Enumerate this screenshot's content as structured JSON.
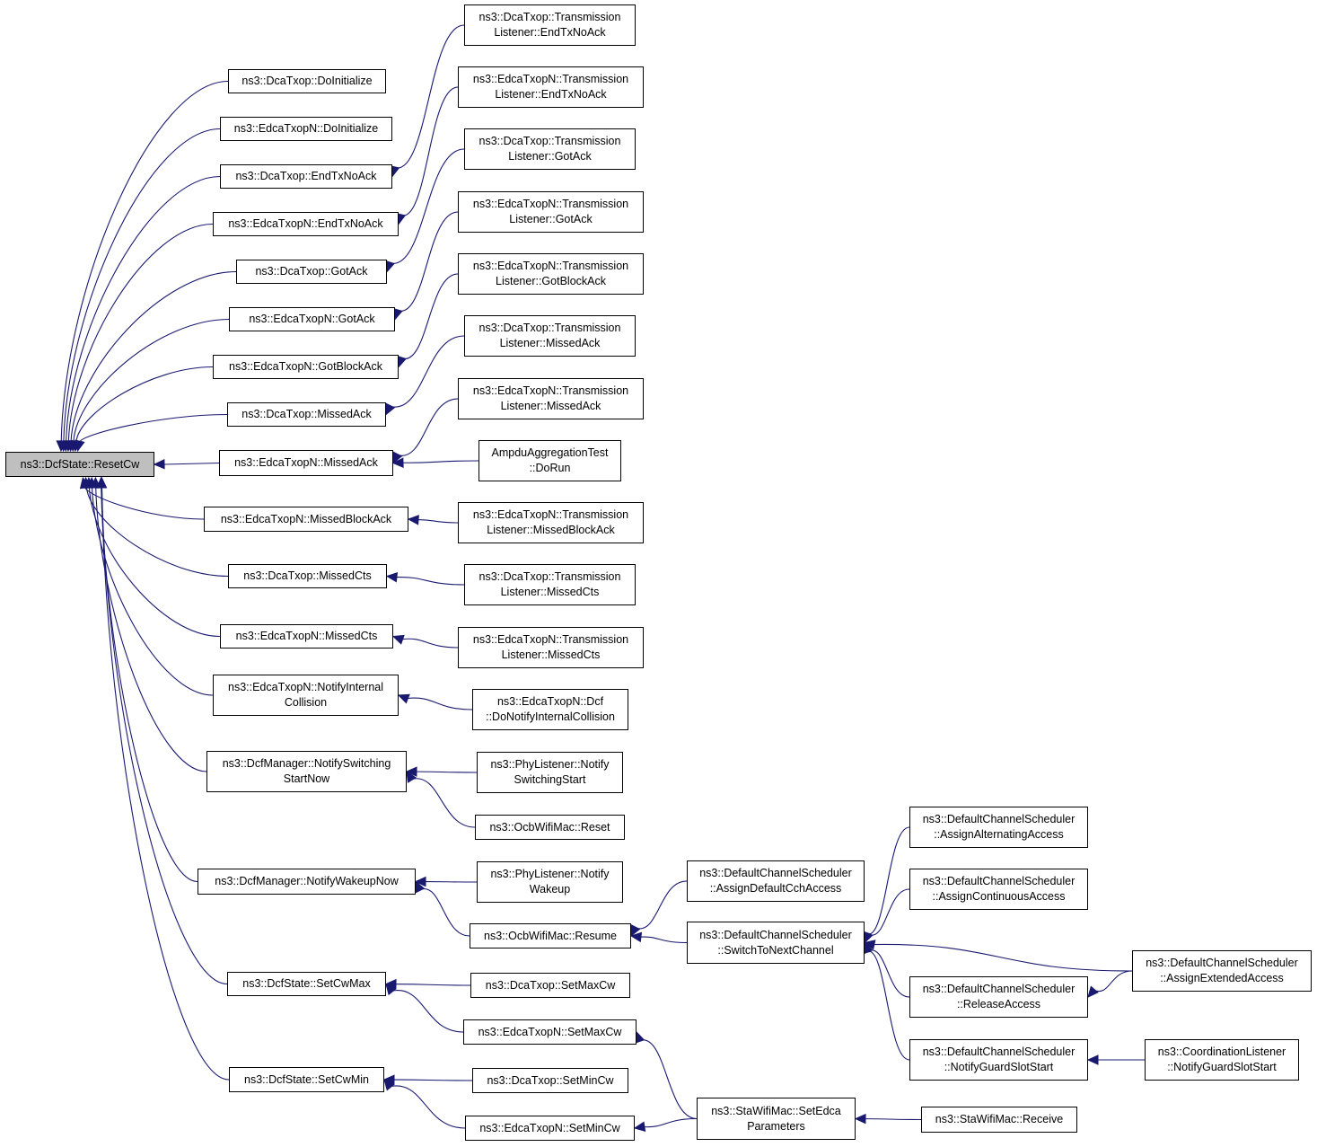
{
  "graph": {
    "edge_color": "#191970",
    "root_fill": "#bfbfbf",
    "nodes": [
      {
        "id": "reset_cw",
        "lines": [
          "ns3::DcfState::ResetCw"
        ]
      },
      {
        "id": "dca_doinit",
        "lines": [
          "ns3::DcaTxop::DoInitialize"
        ]
      },
      {
        "id": "edca_doinit",
        "lines": [
          "ns3::EdcaTxopN::DoInitialize"
        ]
      },
      {
        "id": "dca_endtx",
        "lines": [
          "ns3::DcaTxop::EndTxNoAck"
        ]
      },
      {
        "id": "edca_endtx",
        "lines": [
          "ns3::EdcaTxopN::EndTxNoAck"
        ]
      },
      {
        "id": "dca_gotack",
        "lines": [
          "ns3::DcaTxop::GotAck"
        ]
      },
      {
        "id": "edca_gotack",
        "lines": [
          "ns3::EdcaTxopN::GotAck"
        ]
      },
      {
        "id": "edca_gotblock",
        "lines": [
          "ns3::EdcaTxopN::GotBlockAck"
        ]
      },
      {
        "id": "dca_missedack",
        "lines": [
          "ns3::DcaTxop::MissedAck"
        ]
      },
      {
        "id": "edca_missedack",
        "lines": [
          "ns3::EdcaTxopN::MissedAck"
        ]
      },
      {
        "id": "edca_missedblock",
        "lines": [
          "ns3::EdcaTxopN::MissedBlockAck"
        ]
      },
      {
        "id": "dca_missedcts",
        "lines": [
          "ns3::DcaTxop::MissedCts"
        ]
      },
      {
        "id": "edca_missedcts",
        "lines": [
          "ns3::EdcaTxopN::MissedCts"
        ]
      },
      {
        "id": "edca_notifycoll",
        "lines": [
          "ns3::EdcaTxopN::NotifyInternal",
          "Collision"
        ]
      },
      {
        "id": "dcfm_switch",
        "lines": [
          "ns3::DcfManager::NotifySwitching",
          "StartNow"
        ]
      },
      {
        "id": "dcfm_wakeup",
        "lines": [
          "ns3::DcfManager::NotifyWakeupNow"
        ]
      },
      {
        "id": "setcwmax",
        "lines": [
          "ns3::DcfState::SetCwMax"
        ]
      },
      {
        "id": "setcwmin",
        "lines": [
          "ns3::DcfState::SetCwMin"
        ]
      },
      {
        "id": "tl_dca_endtx",
        "lines": [
          "ns3::DcaTxop::Transmission",
          "Listener::EndTxNoAck"
        ]
      },
      {
        "id": "tl_edca_endtx",
        "lines": [
          "ns3::EdcaTxopN::Transmission",
          "Listener::EndTxNoAck"
        ]
      },
      {
        "id": "tl_dca_gotack",
        "lines": [
          "ns3::DcaTxop::Transmission",
          "Listener::GotAck"
        ]
      },
      {
        "id": "tl_edca_gotack",
        "lines": [
          "ns3::EdcaTxopN::Transmission",
          "Listener::GotAck"
        ]
      },
      {
        "id": "tl_edca_gotblock",
        "lines": [
          "ns3::EdcaTxopN::Transmission",
          "Listener::GotBlockAck"
        ]
      },
      {
        "id": "tl_dca_missedack",
        "lines": [
          "ns3::DcaTxop::Transmission",
          "Listener::MissedAck"
        ]
      },
      {
        "id": "tl_edca_missedack",
        "lines": [
          "ns3::EdcaTxopN::Transmission",
          "Listener::MissedAck"
        ]
      },
      {
        "id": "ampdu_test",
        "lines": [
          "AmpduAggregationTest",
          "::DoRun"
        ]
      },
      {
        "id": "tl_edca_missedblock",
        "lines": [
          "ns3::EdcaTxopN::Transmission",
          "Listener::MissedBlockAck"
        ]
      },
      {
        "id": "tl_dca_missedcts",
        "lines": [
          "ns3::DcaTxop::Transmission",
          "Listener::MissedCts"
        ]
      },
      {
        "id": "tl_edca_missedcts",
        "lines": [
          "ns3::EdcaTxopN::Transmission",
          "Listener::MissedCts"
        ]
      },
      {
        "id": "edca_dcf_notify",
        "lines": [
          "ns3::EdcaTxopN::Dcf",
          "::DoNotifyInternalCollision"
        ]
      },
      {
        "id": "phy_switch",
        "lines": [
          "ns3::PhyListener::Notify",
          "SwitchingStart"
        ]
      },
      {
        "id": "ocb_reset",
        "lines": [
          "ns3::OcbWifiMac::Reset"
        ]
      },
      {
        "id": "phy_wakeup",
        "lines": [
          "ns3::PhyListener::Notify",
          "Wakeup"
        ]
      },
      {
        "id": "ocb_resume",
        "lines": [
          "ns3::OcbWifiMac::Resume"
        ]
      },
      {
        "id": "dca_setmaxcw",
        "lines": [
          "ns3::DcaTxop::SetMaxCw"
        ]
      },
      {
        "id": "edca_setmaxcw",
        "lines": [
          "ns3::EdcaTxopN::SetMaxCw"
        ]
      },
      {
        "id": "dca_setmincw",
        "lines": [
          "ns3::DcaTxop::SetMinCw"
        ]
      },
      {
        "id": "edca_setmincw",
        "lines": [
          "ns3::EdcaTxopN::SetMinCw"
        ]
      },
      {
        "id": "dcs_assign_default",
        "lines": [
          "ns3::DefaultChannelScheduler",
          "::AssignDefaultCchAccess"
        ]
      },
      {
        "id": "dcs_switch",
        "lines": [
          "ns3::DefaultChannelScheduler",
          "::SwitchToNextChannel"
        ]
      },
      {
        "id": "sta_setedca",
        "lines": [
          "ns3::StaWifiMac::SetEdca",
          "Parameters"
        ]
      },
      {
        "id": "dcs_assign_alt",
        "lines": [
          "ns3::DefaultChannelScheduler",
          "::AssignAlternatingAccess"
        ]
      },
      {
        "id": "dcs_assign_cont",
        "lines": [
          "ns3::DefaultChannelScheduler",
          "::AssignContinuousAccess"
        ]
      },
      {
        "id": "dcs_release",
        "lines": [
          "ns3::DefaultChannelScheduler",
          "::ReleaseAccess"
        ]
      },
      {
        "id": "dcs_guard",
        "lines": [
          "ns3::DefaultChannelScheduler",
          "::NotifyGuardSlotStart"
        ]
      },
      {
        "id": "sta_receive",
        "lines": [
          "ns3::StaWifiMac::Receive"
        ]
      },
      {
        "id": "dcs_assign_ext",
        "lines": [
          "ns3::DefaultChannelScheduler",
          "::AssignExtendedAccess"
        ]
      },
      {
        "id": "coord_guard",
        "lines": [
          "ns3::CoordinationListener",
          "::NotifyGuardSlotStart"
        ]
      }
    ],
    "edges": [
      [
        "dca_doinit",
        "reset_cw"
      ],
      [
        "edca_doinit",
        "reset_cw"
      ],
      [
        "dca_endtx",
        "reset_cw"
      ],
      [
        "edca_endtx",
        "reset_cw"
      ],
      [
        "dca_gotack",
        "reset_cw"
      ],
      [
        "edca_gotack",
        "reset_cw"
      ],
      [
        "edca_gotblock",
        "reset_cw"
      ],
      [
        "dca_missedack",
        "reset_cw"
      ],
      [
        "edca_missedack",
        "reset_cw"
      ],
      [
        "edca_missedblock",
        "reset_cw"
      ],
      [
        "dca_missedcts",
        "reset_cw"
      ],
      [
        "edca_missedcts",
        "reset_cw"
      ],
      [
        "edca_notifycoll",
        "reset_cw"
      ],
      [
        "dcfm_switch",
        "reset_cw"
      ],
      [
        "dcfm_wakeup",
        "reset_cw"
      ],
      [
        "setcwmax",
        "reset_cw"
      ],
      [
        "setcwmin",
        "reset_cw"
      ],
      [
        "tl_dca_endtx",
        "dca_endtx"
      ],
      [
        "tl_edca_endtx",
        "edca_endtx"
      ],
      [
        "tl_dca_gotack",
        "dca_gotack"
      ],
      [
        "tl_edca_gotack",
        "edca_gotack"
      ],
      [
        "tl_edca_gotblock",
        "edca_gotblock"
      ],
      [
        "tl_dca_missedack",
        "dca_missedack"
      ],
      [
        "tl_edca_missedack",
        "edca_missedack"
      ],
      [
        "ampdu_test",
        "edca_missedack"
      ],
      [
        "tl_edca_missedblock",
        "edca_missedblock"
      ],
      [
        "tl_dca_missedcts",
        "dca_missedcts"
      ],
      [
        "tl_edca_missedcts",
        "edca_missedcts"
      ],
      [
        "edca_dcf_notify",
        "edca_notifycoll"
      ],
      [
        "phy_switch",
        "dcfm_switch"
      ],
      [
        "ocb_reset",
        "dcfm_switch"
      ],
      [
        "phy_wakeup",
        "dcfm_wakeup"
      ],
      [
        "ocb_resume",
        "dcfm_wakeup"
      ],
      [
        "dca_setmaxcw",
        "setcwmax"
      ],
      [
        "edca_setmaxcw",
        "setcwmax"
      ],
      [
        "dca_setmincw",
        "setcwmin"
      ],
      [
        "edca_setmincw",
        "setcwmin"
      ],
      [
        "dcs_assign_default",
        "ocb_resume"
      ],
      [
        "dcs_switch",
        "ocb_resume"
      ],
      [
        "sta_setedca",
        "edca_setmaxcw"
      ],
      [
        "sta_setedca",
        "edca_setmincw"
      ],
      [
        "dcs_assign_alt",
        "dcs_switch"
      ],
      [
        "dcs_assign_cont",
        "dcs_switch"
      ],
      [
        "dcs_assign_ext",
        "dcs_switch"
      ],
      [
        "dcs_release",
        "dcs_switch"
      ],
      [
        "dcs_guard",
        "dcs_switch"
      ],
      [
        "dcs_assign_ext",
        "dcs_release"
      ],
      [
        "coord_guard",
        "dcs_guard"
      ],
      [
        "sta_receive",
        "sta_setedca"
      ]
    ]
  }
}
